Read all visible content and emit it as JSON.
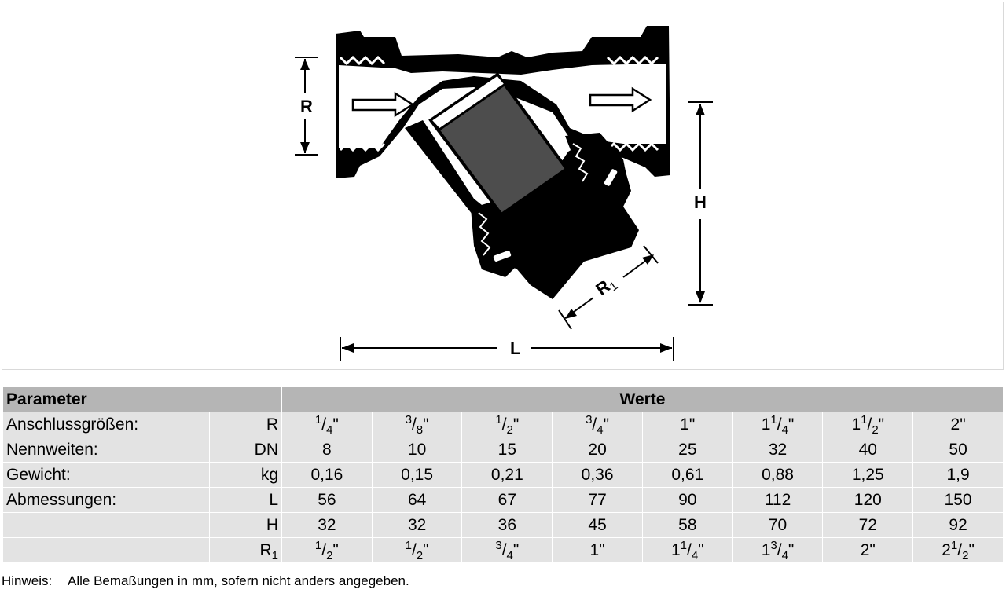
{
  "drawing": {
    "dim_labels": {
      "R": "R",
      "H": "H",
      "L": "L",
      "R1_main": "R",
      "R1_sub": "1"
    }
  },
  "table": {
    "header": {
      "parameter": "Parameter",
      "werte": "Werte"
    },
    "rows": [
      {
        "label": "Anschlussgrößen:",
        "unit": "R",
        "values": [
          {
            "whole": "",
            "num": "1",
            "den": "4"
          },
          {
            "whole": "",
            "num": "3",
            "den": "8"
          },
          {
            "whole": "",
            "num": "1",
            "den": "2"
          },
          {
            "whole": "",
            "num": "3",
            "den": "4"
          },
          {
            "whole": "1",
            "num": "",
            "den": ""
          },
          {
            "whole": "1",
            "num": "1",
            "den": "4"
          },
          {
            "whole": "1",
            "num": "1",
            "den": "2"
          },
          {
            "whole": "2",
            "num": "",
            "den": ""
          }
        ]
      },
      {
        "label": "Nennweiten:",
        "unit": "DN",
        "values": [
          "8",
          "10",
          "15",
          "20",
          "25",
          "32",
          "40",
          "50"
        ]
      },
      {
        "label": "Gewicht:",
        "unit": "kg",
        "values": [
          "0,16",
          "0,15",
          "0,21",
          "0,36",
          "0,61",
          "0,88",
          "1,25",
          "1,9"
        ]
      },
      {
        "label": "Abmessungen:",
        "unit": "L",
        "values": [
          "56",
          "64",
          "67",
          "77",
          "90",
          "112",
          "120",
          "150"
        ]
      },
      {
        "label": "",
        "unit": "H",
        "values": [
          "32",
          "32",
          "36",
          "45",
          "58",
          "70",
          "72",
          "92"
        ]
      },
      {
        "label": "",
        "unit": "R",
        "unit_sub": "1",
        "values": [
          {
            "whole": "",
            "num": "1",
            "den": "2"
          },
          {
            "whole": "",
            "num": "1",
            "den": "2"
          },
          {
            "whole": "",
            "num": "3",
            "den": "4"
          },
          {
            "whole": "1",
            "num": "",
            "den": ""
          },
          {
            "whole": "1",
            "num": "1",
            "den": "4"
          },
          {
            "whole": "1",
            "num": "3",
            "den": "4"
          },
          {
            "whole": "2",
            "num": "",
            "den": ""
          },
          {
            "whole": "2",
            "num": "1",
            "den": "2"
          }
        ]
      }
    ],
    "inch_mark": "\""
  },
  "footnote": {
    "key": "Hinweis:",
    "text": "Alle Bemaßungen in mm, sofern nicht anders angegeben."
  }
}
